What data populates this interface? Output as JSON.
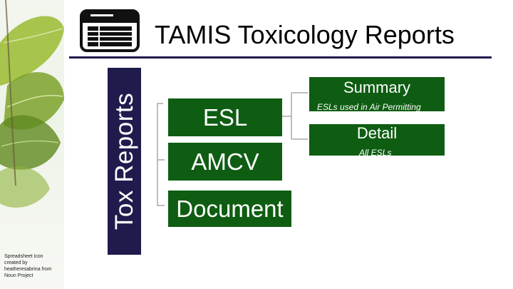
{
  "title": "TAMIS Toxicology Reports",
  "sidebar_label": "Tox Reports",
  "icon": "spreadsheet-icon",
  "credit": [
    "Spreadsheet icon",
    "created by",
    "heatheresabrina from",
    "Noun Project"
  ],
  "diagram": {
    "level1": [
      "ESL",
      "AMCV",
      "Document"
    ],
    "level2": [
      {
        "label": "Summary",
        "note": "ESLs used in Air Permitting"
      },
      {
        "label": "Detail",
        "note": "All ESLs"
      }
    ]
  },
  "colors": {
    "navy": "#1f1b4d",
    "green": "#0f5d12",
    "connector": "#a9a9a9"
  }
}
